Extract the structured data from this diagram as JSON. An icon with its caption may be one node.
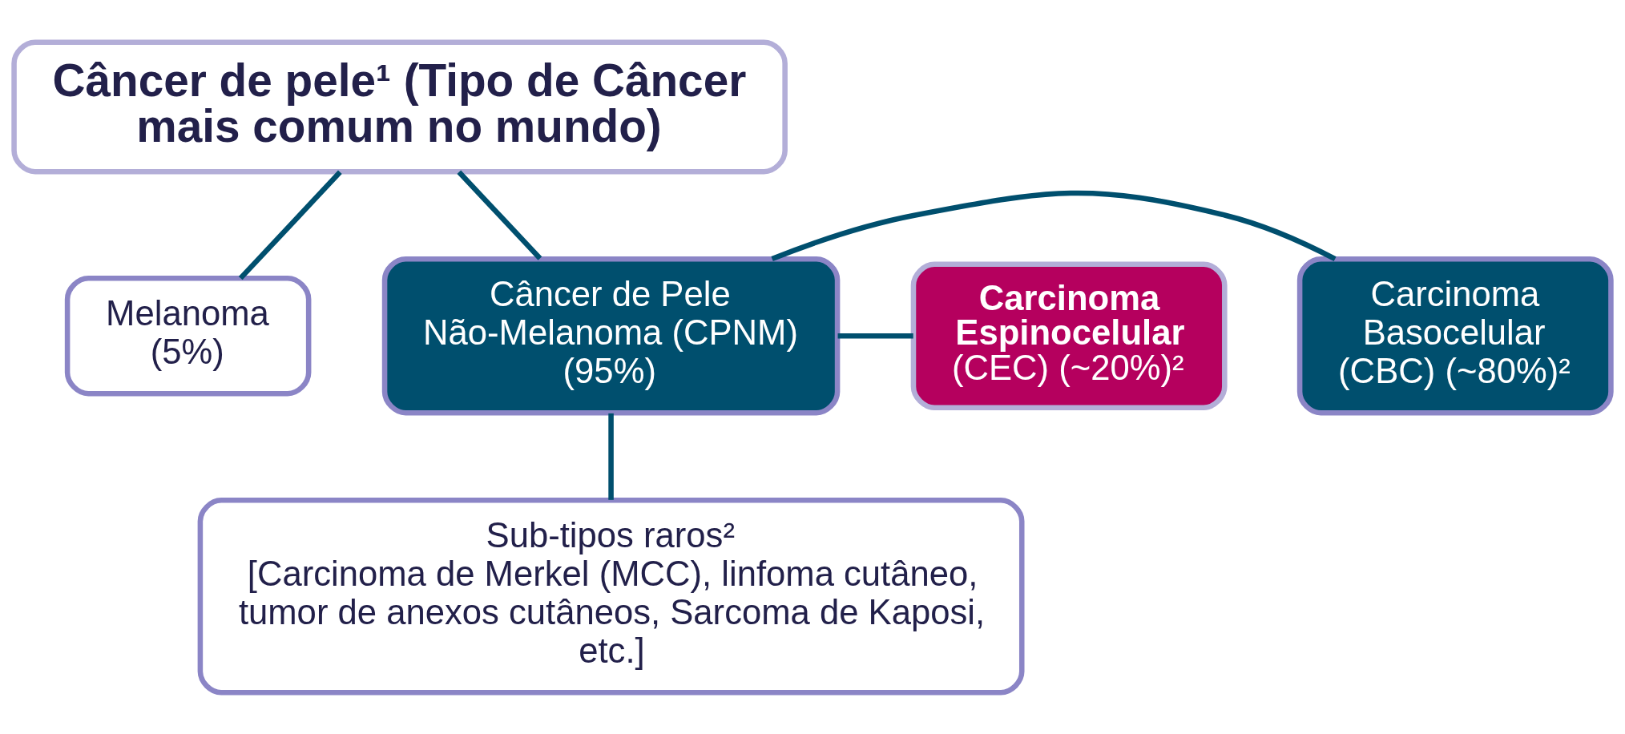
{
  "diagram": {
    "nodes": [
      {
        "text": [
          "Câncer de pele¹ (Tipo de Câncer mais comum no mundo)"
        ]
      },
      {
        "text": [
          "Melanoma (5%)"
        ]
      },
      {
        "text": [
          "Câncer de Pele Não-Melanoma (CPNM) (95%)"
        ]
      },
      {
        "text": [
          "Carcinoma Basocelular (CBC) (~80%)²"
        ]
      },
      {
        "text": [
          "Carcinoma Espinocelular",
          "(CEC) (~20%)²"
        ]
      },
      {
        "text": [
          "Sub-tipos raros²",
          "[Carcinoma de Merkel (MCC), linfoma cutâneo, tumor de anexos cutâneos, Sarcoma de Kaposi, etc.]"
        ]
      }
    ],
    "edges": [
      {
        "from": 0,
        "to": 1,
        "arrow": "none"
      },
      {
        "from": 0,
        "to": 2,
        "arrow": "none"
      },
      {
        "from": 2,
        "to": 3,
        "arrow": "none"
      },
      {
        "from": 2,
        "to": 4,
        "arrow": "none"
      },
      {
        "from": 2,
        "to": 5,
        "arrow": "none"
      }
    ]
  }
}
